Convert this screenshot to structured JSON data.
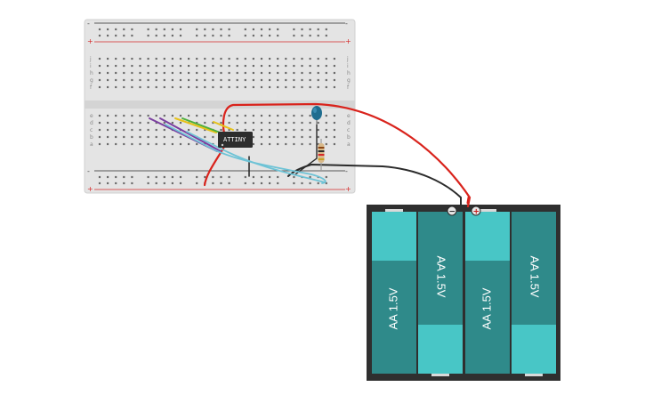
{
  "breadboard": {
    "rail_plus": "+",
    "rail_minus": "-",
    "row_letters_top": [
      "j",
      "i",
      "h",
      "g",
      "f"
    ],
    "row_letters_bottom": [
      "e",
      "d",
      "c",
      "b",
      "a"
    ],
    "column_count": 30
  },
  "chip": {
    "label": "ATTINY"
  },
  "battery_pack": {
    "minus_symbol": "−",
    "plus_symbol": "+",
    "cells": [
      {
        "label": "AA 1.5V",
        "orientation": "up"
      },
      {
        "label": "AA 1.5V",
        "orientation": "down"
      },
      {
        "label": "AA 1.5V",
        "orientation": "up"
      },
      {
        "label": "AA 1.5V",
        "orientation": "down"
      }
    ]
  },
  "colors": {
    "board": "#e4e4e4",
    "rail_red": "#d62828",
    "wire_red": "#d9231c",
    "wire_black": "#2b2b2b",
    "wire_yellow": "#e6c21b",
    "wire_green": "#4caf3a",
    "wire_purple": "#7a3ea0",
    "wire_cyan": "#6ec3d6",
    "battery_case": "#2f2f2f",
    "cell_light": "#48c6c6",
    "cell_dark": "#2f8a8a",
    "led": "#1f6d8f"
  },
  "icons": {
    "chip": "ic-chip-icon",
    "led": "led-icon",
    "resistor": "resistor-icon",
    "battery": "battery-pack-icon"
  }
}
